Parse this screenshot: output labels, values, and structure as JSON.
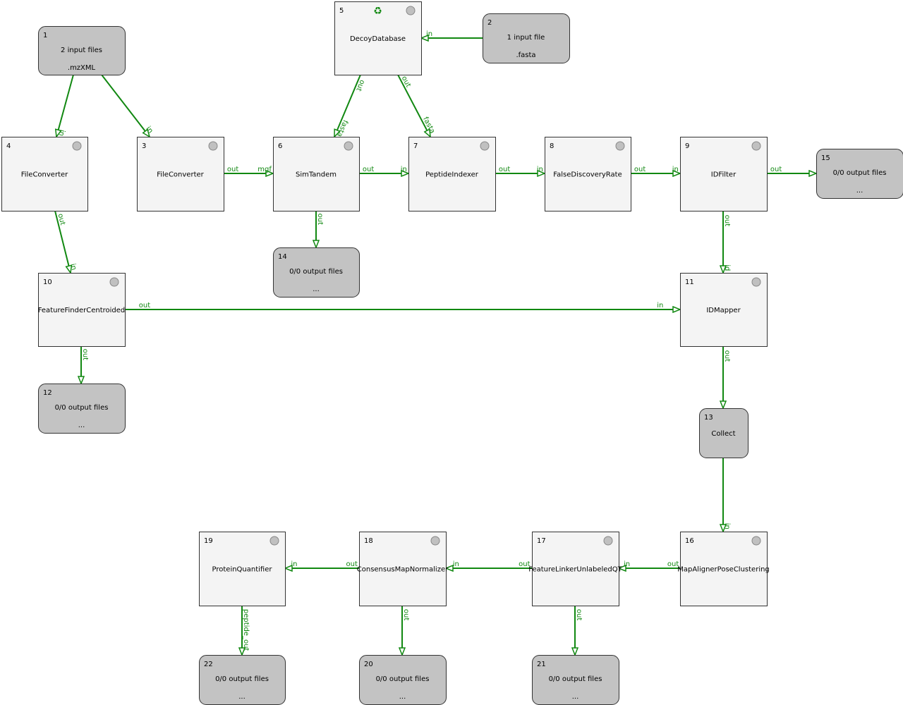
{
  "colors": {
    "edge": "#118811",
    "tool_fill": "#f4f4f4",
    "io_fill": "#c3c3c3"
  },
  "nodes": [
    {
      "id": "1",
      "kind": "input",
      "lines": [
        "2 input files",
        ".mzXML"
      ]
    },
    {
      "id": "2",
      "kind": "input",
      "lines": [
        "1 input file",
        ".fasta"
      ]
    },
    {
      "id": "5",
      "kind": "tool",
      "lines": [
        "DecoyDatabase"
      ],
      "recycle": true,
      "recycle_icon": "recycle-icon"
    },
    {
      "id": "4",
      "kind": "tool",
      "lines": [
        "FileConverter"
      ]
    },
    {
      "id": "3",
      "kind": "tool",
      "lines": [
        "FileConverter"
      ]
    },
    {
      "id": "6",
      "kind": "tool",
      "lines": [
        "SimTandem"
      ]
    },
    {
      "id": "7",
      "kind": "tool",
      "lines": [
        "PeptideIndexer"
      ]
    },
    {
      "id": "8",
      "kind": "tool",
      "lines": [
        "FalseDiscoveryRate"
      ]
    },
    {
      "id": "9",
      "kind": "tool",
      "lines": [
        "IDFilter"
      ]
    },
    {
      "id": "15",
      "kind": "output",
      "lines": [
        "0/0 output files",
        "..."
      ]
    },
    {
      "id": "14",
      "kind": "output",
      "lines": [
        "0/0 output files",
        "..."
      ]
    },
    {
      "id": "10",
      "kind": "tool",
      "lines": [
        "FeatureFinderCentroided"
      ]
    },
    {
      "id": "11",
      "kind": "tool",
      "lines": [
        "IDMapper"
      ]
    },
    {
      "id": "12",
      "kind": "output",
      "lines": [
        "0/0 output files",
        "..."
      ]
    },
    {
      "id": "13",
      "kind": "collect",
      "lines": [
        "Collect"
      ]
    },
    {
      "id": "16",
      "kind": "tool",
      "lines": [
        "MapAlignerPoseClustering"
      ]
    },
    {
      "id": "17",
      "kind": "tool",
      "lines": [
        "FeatureLinkerUnlabeledQT"
      ]
    },
    {
      "id": "18",
      "kind": "tool",
      "lines": [
        "ConsensusMapNormalizer"
      ]
    },
    {
      "id": "19",
      "kind": "tool",
      "lines": [
        "ProteinQuantifier"
      ]
    },
    {
      "id": "22",
      "kind": "output",
      "lines": [
        "0/0 output files",
        "..."
      ]
    },
    {
      "id": "20",
      "kind": "output",
      "lines": [
        "0/0 output files",
        "..."
      ]
    },
    {
      "id": "21",
      "kind": "output",
      "lines": [
        "0/0 output files",
        "..."
      ]
    }
  ],
  "edges": [
    {
      "from": "1",
      "to": "4",
      "out": "",
      "in": "in"
    },
    {
      "from": "1",
      "to": "3",
      "out": "",
      "in": "in"
    },
    {
      "from": "2",
      "to": "5",
      "out": "",
      "in": "in"
    },
    {
      "from": "5",
      "to": "6",
      "out": "out",
      "in": "fasta"
    },
    {
      "from": "5",
      "to": "7",
      "out": "out",
      "in": "fasta"
    },
    {
      "from": "3",
      "to": "6",
      "out": "out",
      "in": "mgf"
    },
    {
      "from": "6",
      "to": "7",
      "out": "out",
      "in": "in"
    },
    {
      "from": "7",
      "to": "8",
      "out": "out",
      "in": "in"
    },
    {
      "from": "8",
      "to": "9",
      "out": "out",
      "in": "in"
    },
    {
      "from": "9",
      "to": "15",
      "out": "out",
      "in": ""
    },
    {
      "from": "6",
      "to": "14",
      "out": "out",
      "in": ""
    },
    {
      "from": "4",
      "to": "10",
      "out": "out",
      "in": "in"
    },
    {
      "from": "10",
      "to": "11",
      "out": "out",
      "in": "in"
    },
    {
      "from": "9",
      "to": "11",
      "out": "out",
      "in": "id"
    },
    {
      "from": "10",
      "to": "12",
      "out": "out",
      "in": ""
    },
    {
      "from": "11",
      "to": "13",
      "out": "out",
      "in": ""
    },
    {
      "from": "13",
      "to": "16",
      "out": "",
      "in": "in"
    },
    {
      "from": "16",
      "to": "17",
      "out": "out",
      "in": "in"
    },
    {
      "from": "17",
      "to": "18",
      "out": "out",
      "in": "in"
    },
    {
      "from": "18",
      "to": "19",
      "out": "out",
      "in": "in"
    },
    {
      "from": "19",
      "to": "22",
      "out": "peptide_out",
      "in": ""
    },
    {
      "from": "18",
      "to": "20",
      "out": "out",
      "in": ""
    },
    {
      "from": "17",
      "to": "21",
      "out": "out",
      "in": ""
    }
  ]
}
